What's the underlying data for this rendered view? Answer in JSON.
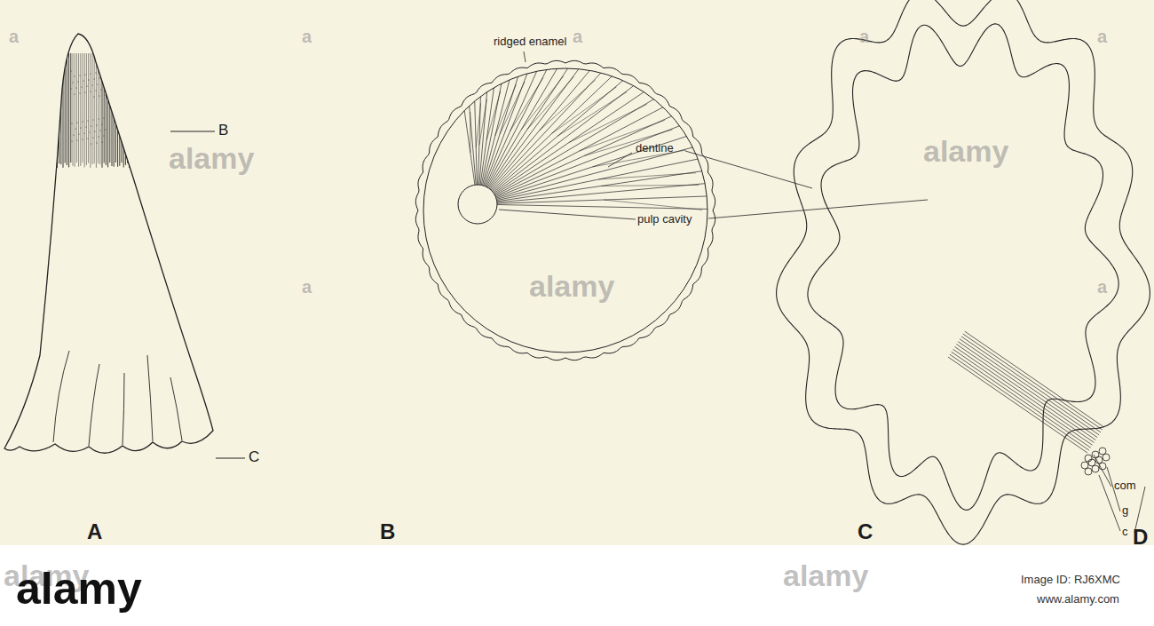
{
  "diagram": {
    "labels": [
      "B",
      "C",
      "ridged enamel",
      "dentine",
      "pulp cavity",
      "com",
      "g",
      "c",
      "A",
      "B",
      "C",
      "D",
      "alamy",
      "alamy",
      "alamy",
      "alamy",
      "alamy",
      "a",
      "a",
      "a",
      "a",
      "a",
      "a",
      "a",
      "alamy",
      "Image ID: RJ6XMC",
      "www.alamy.com"
    ]
  }
}
